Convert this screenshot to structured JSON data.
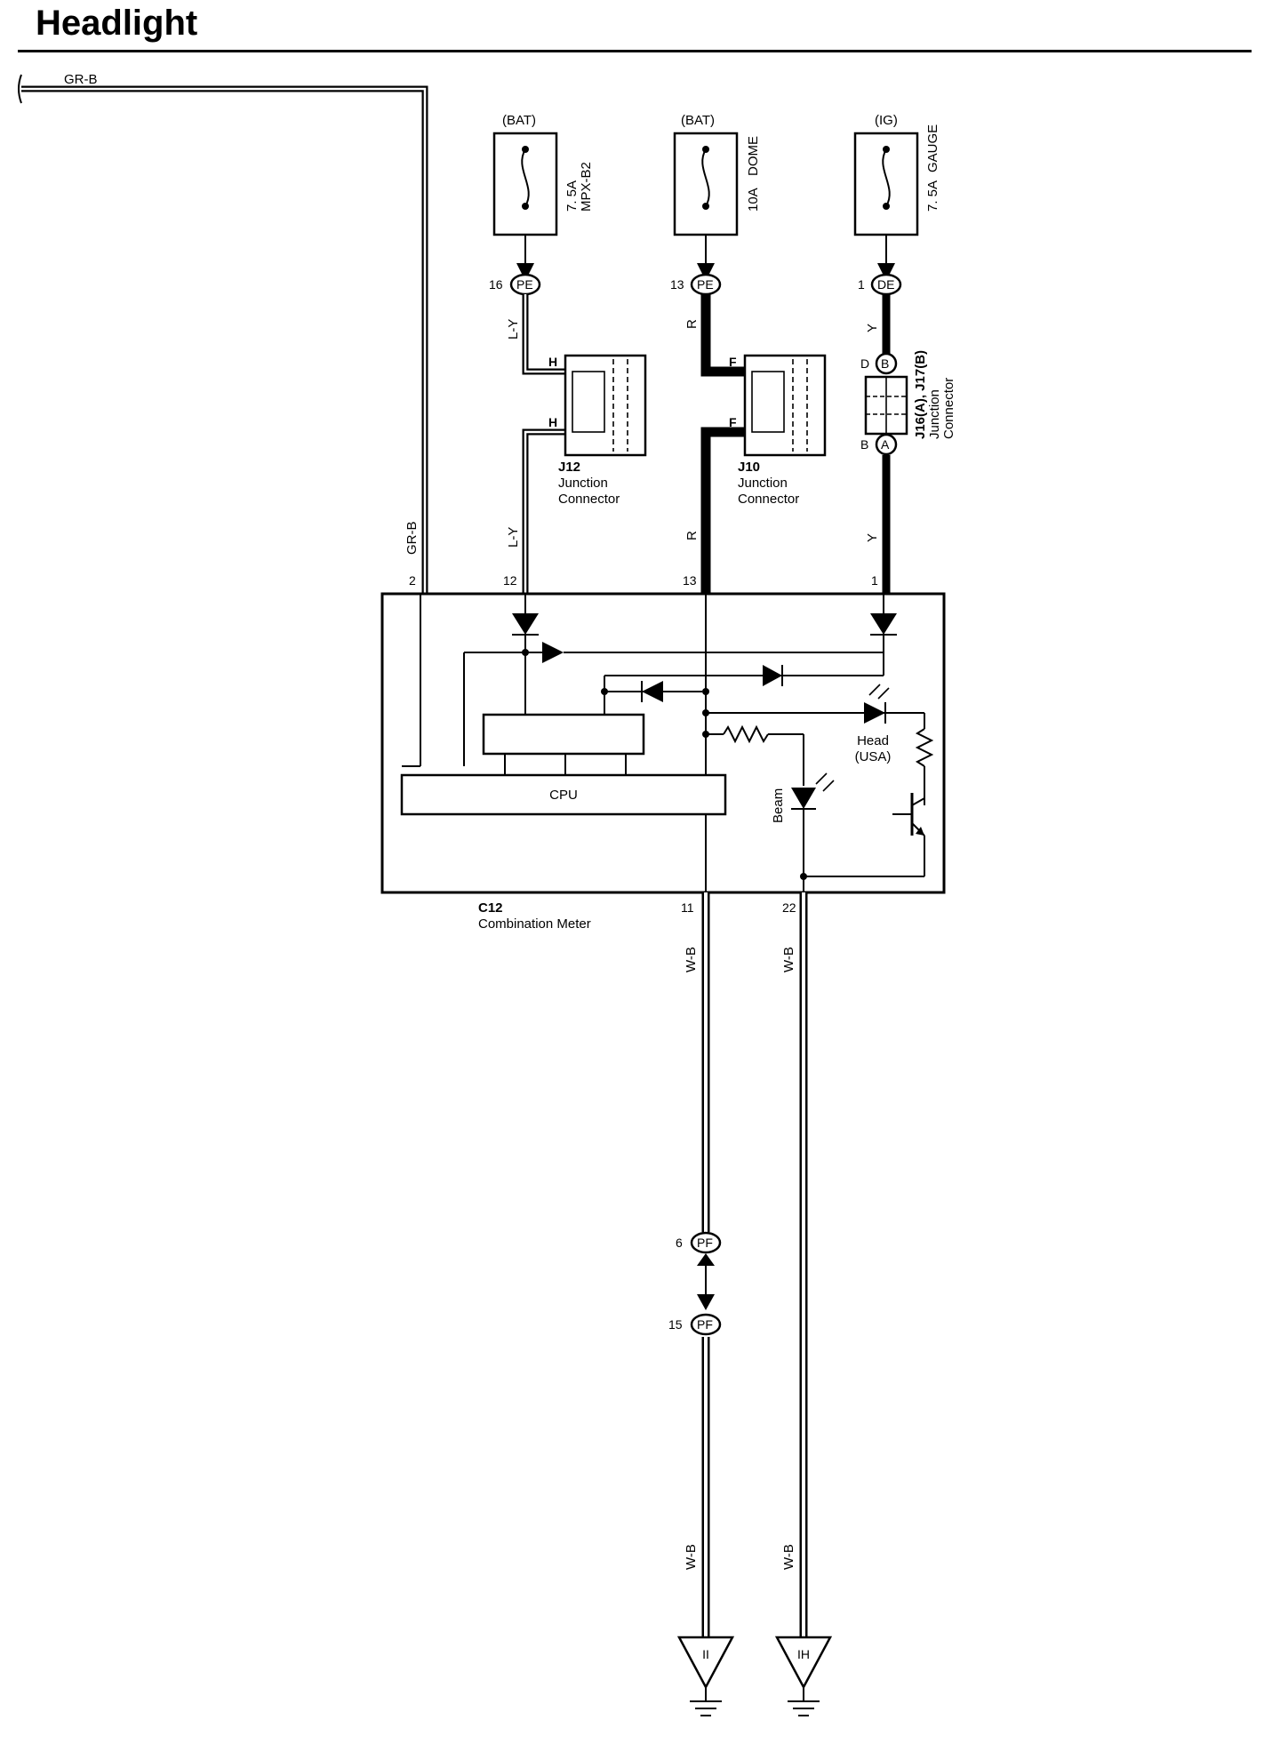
{
  "title": "Headlight",
  "colors": {
    "ink": "#000000",
    "paper": "#ffffff"
  },
  "fuses": [
    {
      "source": "(BAT)",
      "rating": "7. 5A",
      "name": "MPX-B2",
      "connector": "PE",
      "pin": "16",
      "wire": "L-Y"
    },
    {
      "source": "(BAT)",
      "rating": "10A",
      "name": "DOME",
      "connector": "PE",
      "pin": "13",
      "wire": "R"
    },
    {
      "source": "(IG)",
      "rating": "7. 5A",
      "name": "GAUGE",
      "connector": "DE",
      "pin": "1",
      "wire": "Y"
    }
  ],
  "left_wire": {
    "color": "GR-B",
    "pin": "2"
  },
  "junctions": {
    "j12": {
      "id": "J12",
      "line1": "Junction",
      "line2": "Connector",
      "pin": "H"
    },
    "j10": {
      "id": "J10",
      "line1": "Junction",
      "line2": "Connector",
      "pin": "F"
    },
    "j16": {
      "id": "J16(A), J17(B)",
      "line1": "Junction",
      "line2": "Connector",
      "pin_top": "D",
      "pin_top_conn": "B",
      "pin_bottom": "B",
      "pin_bottom_conn": "A"
    }
  },
  "meter": {
    "id": "C12",
    "name": "Combination Meter",
    "cpu": "CPU",
    "pins_top": [
      "2",
      "12",
      "13",
      "1"
    ],
    "pins_bottom": [
      "11",
      "22"
    ],
    "head_label": "Head",
    "head_sub": "(USA)",
    "beam_label": "Beam"
  },
  "ground_wires": {
    "left": "W-B",
    "right": "W-B"
  },
  "connector_pf": {
    "name": "PF",
    "pin_top": "6",
    "pin_bottom": "15"
  },
  "grounds": {
    "left": "II",
    "right": "IH"
  }
}
